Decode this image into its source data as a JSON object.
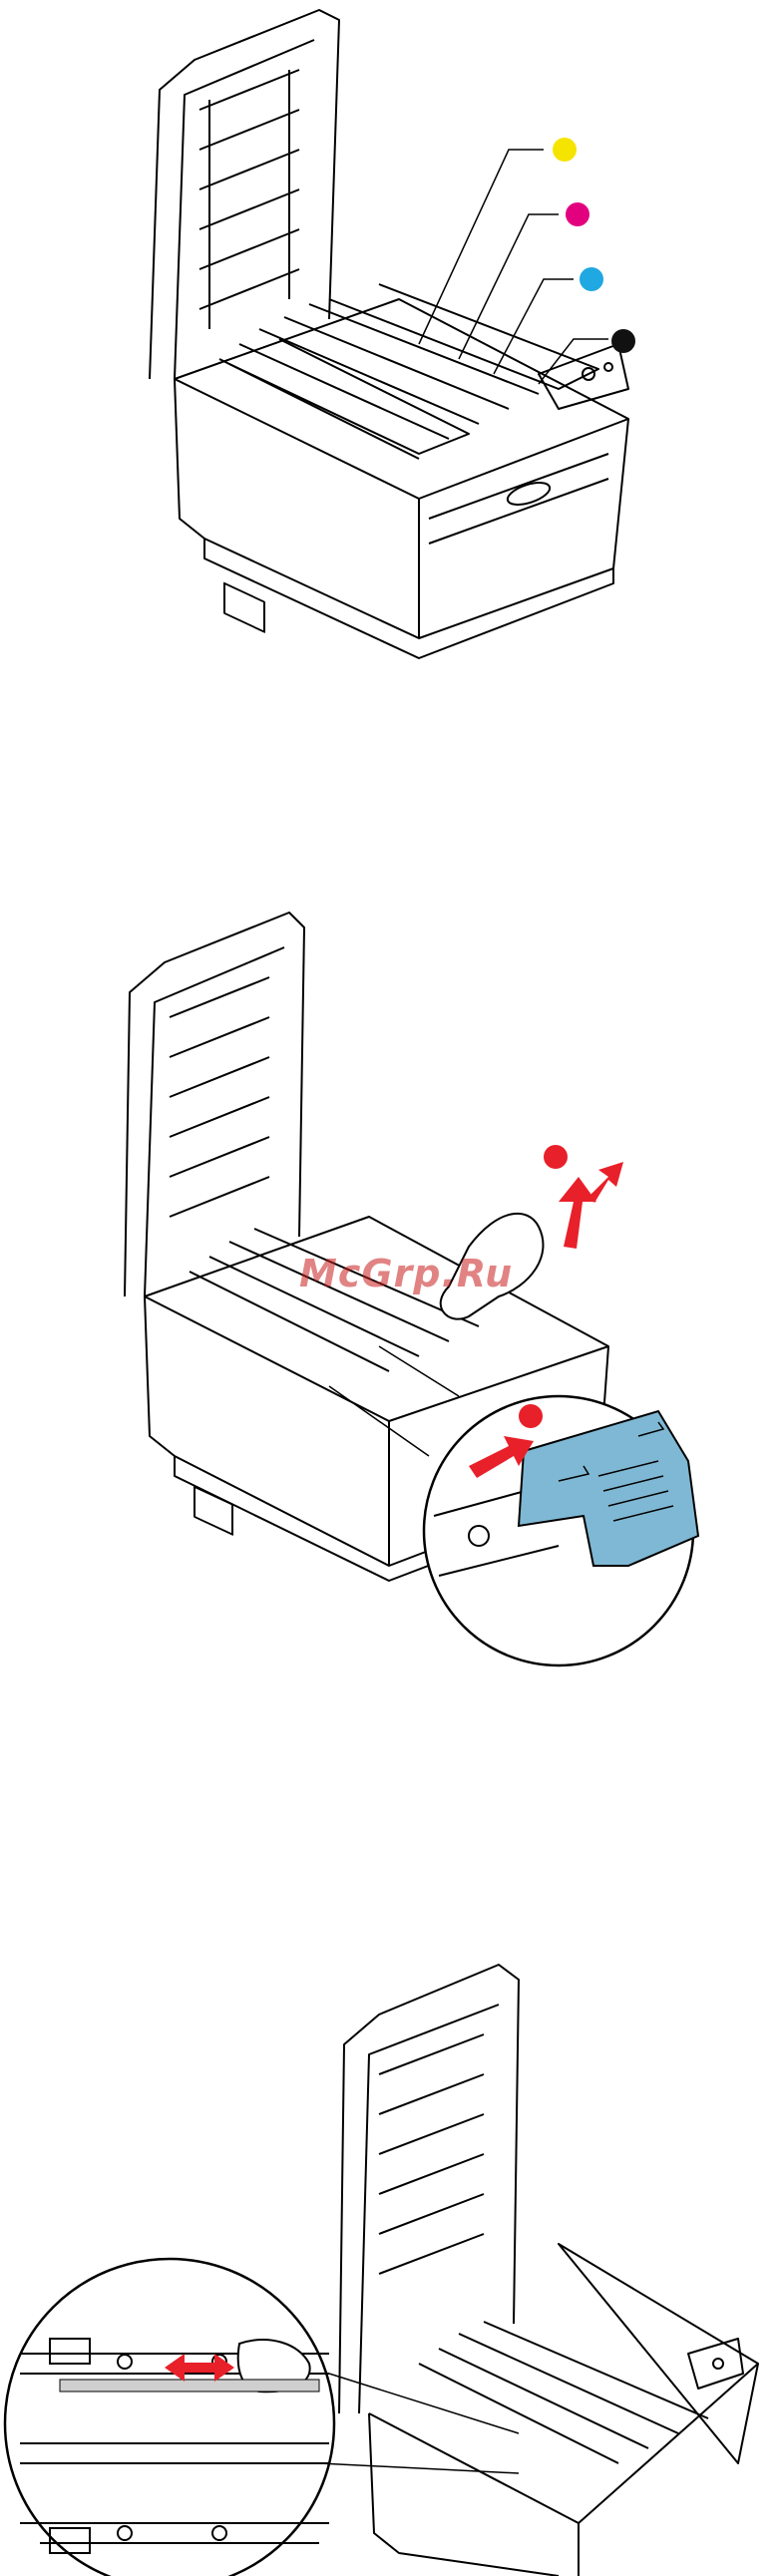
{
  "figures": [
    {
      "id": "toner-cartridges",
      "callouts": [
        {
          "color": "#f5e400",
          "label": "yellow"
        },
        {
          "color": "#e3007f",
          "label": "magenta"
        },
        {
          "color": "#1fa8e1",
          "label": "cyan"
        },
        {
          "color": "#111111",
          "label": "black"
        }
      ]
    },
    {
      "id": "remove-image-drum",
      "callout_color": "#e8202a",
      "cartridge_color": "#7fb8d4"
    },
    {
      "id": "clean-led-heads",
      "arrow_color": "#e8202a"
    }
  ],
  "watermark": {
    "text": "McGrp.Ru",
    "color": "#c81e1e"
  }
}
